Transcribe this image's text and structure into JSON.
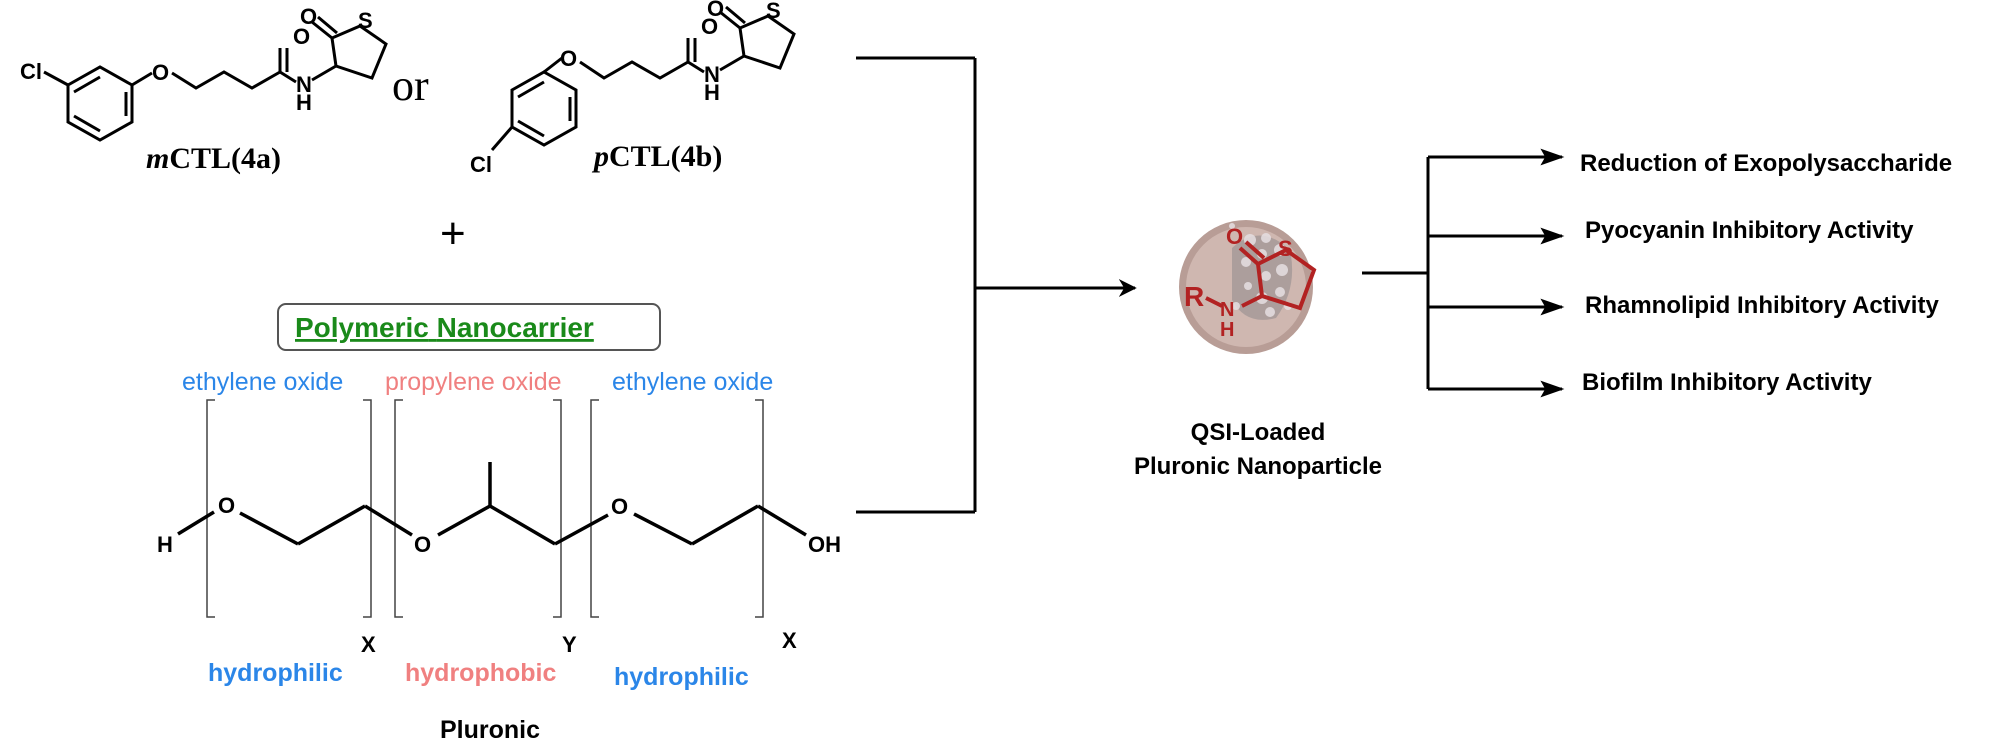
{
  "compounds": {
    "m": {
      "prefix": "m",
      "name": "CTL(4a)"
    },
    "p": {
      "prefix": "p",
      "name": "CTL(4b)"
    },
    "or_text": "or",
    "plus_text": "+",
    "atoms": {
      "cl": "Cl",
      "o": "O",
      "s": "S",
      "n": "N",
      "h": "H"
    }
  },
  "polymer": {
    "box_label": "Polymeric Nanocarrier",
    "box_word1": "Polymeric",
    "box_word2": "Nanocarrier",
    "block1_top": "ethylene oxide",
    "block2_top": "propylene oxide",
    "block3_top": "ethylene oxide",
    "block1_bottom": "hydrophilic",
    "block2_bottom": "hydrophobic",
    "block3_bottom": "hydrophilic",
    "sub1": "X",
    "sub2": "Y",
    "sub3": "X",
    "h_end": "H",
    "oh_end": "OH",
    "o_atom": "O",
    "name": "Pluronic"
  },
  "nanoparticle": {
    "label_line1": "QSI-Loaded",
    "label_line2": "Pluronic Nanoparticle",
    "r_group": "R",
    "o_atom": "O",
    "s_atom": "S",
    "n_atom": "N",
    "h_atom": "H"
  },
  "outcomes": [
    "Reduction of Exopolysaccharide",
    "Pyocyanin Inhibitory Activity",
    "Rhamnolipid Inhibitory Activity",
    "Biofilm Inhibitory Activity"
  ],
  "colors": {
    "hydrophilic": "#2b86e8",
    "hydrophobic": "#f08080",
    "polymeric_box_text": "#1a8a1a",
    "qsi_red": "#b22222",
    "particle_fill": "#c9aea6",
    "line": "#000000"
  }
}
